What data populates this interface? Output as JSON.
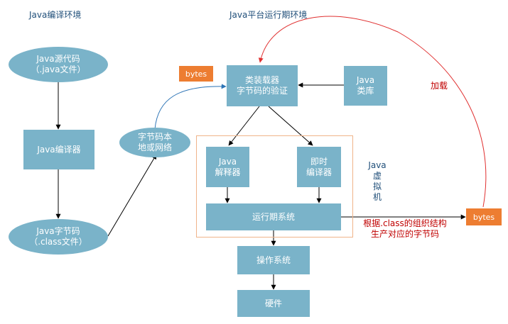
{
  "titles": {
    "compile_env": "Java编译环境",
    "runtime_env": "Java平台运行期环境"
  },
  "nodes": {
    "java_source": "Java源代码\n（.java文件）",
    "java_compiler": "Java编译器",
    "java_bytecode": "Java字节码\n（.class文件）",
    "bytecode_local_or_net": "字节码本\n地或网络",
    "class_loader": "类装载器\n字节码的验证",
    "java_class_lib": "Java\n类库",
    "java_interpreter": "Java\n解释器",
    "jit_compiler": "即时\n编译器",
    "runtime_system": "运行期系统",
    "operating_system": "操作系统",
    "hardware": "硬件"
  },
  "tags": {
    "bytes_left": "bytes",
    "bytes_right": "bytes"
  },
  "labels": {
    "jvm": "Java\n虚\n拟\n机",
    "load": "加载",
    "class_note": "根据.class的组织结构\n生产对应的字节码"
  },
  "colors": {
    "node_fill": "#7ab3c9",
    "tag_fill": "#ed7d31",
    "title_text": "#1f4e79",
    "note_text": "#c00000",
    "load_arrow": "#e03030",
    "net_arrow": "#2e75b6",
    "jvm_frame": "#f0b48a"
  }
}
